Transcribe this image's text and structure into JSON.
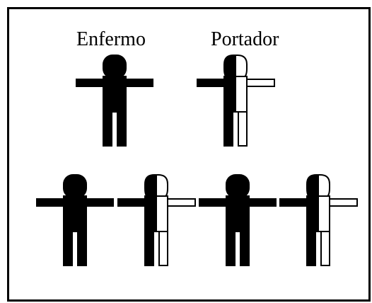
{
  "labels": {
    "affected": "Enfermo",
    "carrier": "Portador"
  },
  "figures": [
    {
      "status": "affected"
    },
    {
      "status": "carrier"
    },
    {
      "status": "affected"
    },
    {
      "status": "carrier"
    },
    {
      "status": "affected"
    },
    {
      "status": "carrier"
    }
  ],
  "colors": {
    "ink": "#000000",
    "paper": "#ffffff"
  },
  "icons": {
    "affected": "affected-person-icon",
    "carrier": "carrier-person-icon"
  }
}
